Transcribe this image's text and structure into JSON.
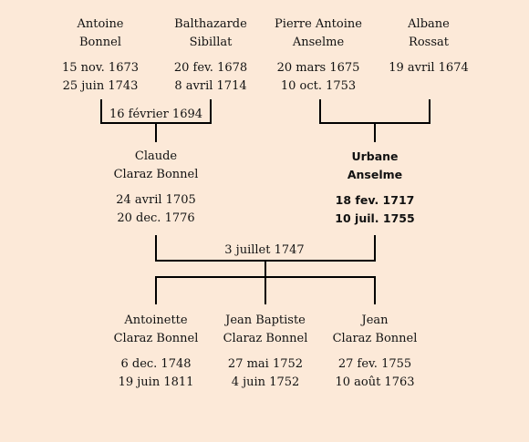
{
  "colors": {
    "background": "#fce9d8",
    "lines": "#000000",
    "text": "#111111"
  },
  "people": {
    "antoine": {
      "first": "Antoine",
      "last": "Bonnel",
      "birth": "15 nov. 1673",
      "death": "25 juin 1743"
    },
    "balthazarde": {
      "first": "Balthazarde",
      "last": "Sibillat",
      "birth": "20 fev. 1678",
      "death": "8 avril 1714"
    },
    "pierre": {
      "first": "Pierre Antoine",
      "last": "Anselme",
      "birth": "20 mars 1675",
      "death": "10 oct. 1753"
    },
    "albane": {
      "first": "Albane",
      "last": "Rossat",
      "birth": "19 avril 1674",
      "death": ""
    },
    "claude": {
      "first": "Claude",
      "last": "Claraz Bonnel",
      "birth": "24 avril 1705",
      "death": "20 dec. 1776"
    },
    "urbane": {
      "first": "Urbane",
      "last": "Anselme",
      "birth": "18 fev. 1717",
      "death": "10 juil. 1755"
    },
    "antoinette": {
      "first": "Antoinette",
      "last": "Claraz Bonnel",
      "birth": "6 dec. 1748",
      "death": "19 juin 1811"
    },
    "jeanbaptiste": {
      "first": "Jean Baptiste",
      "last": "Claraz Bonnel",
      "birth": "27 mai 1752",
      "death": "4 juin 1752"
    },
    "jean": {
      "first": "Jean",
      "last": "Claraz Bonnel",
      "birth": "27 fev. 1755",
      "death": "10 août 1763"
    }
  },
  "marriages": {
    "antoine_balthazarde": "16 février 1694",
    "claude_urbane": "3 juillet 1747"
  }
}
